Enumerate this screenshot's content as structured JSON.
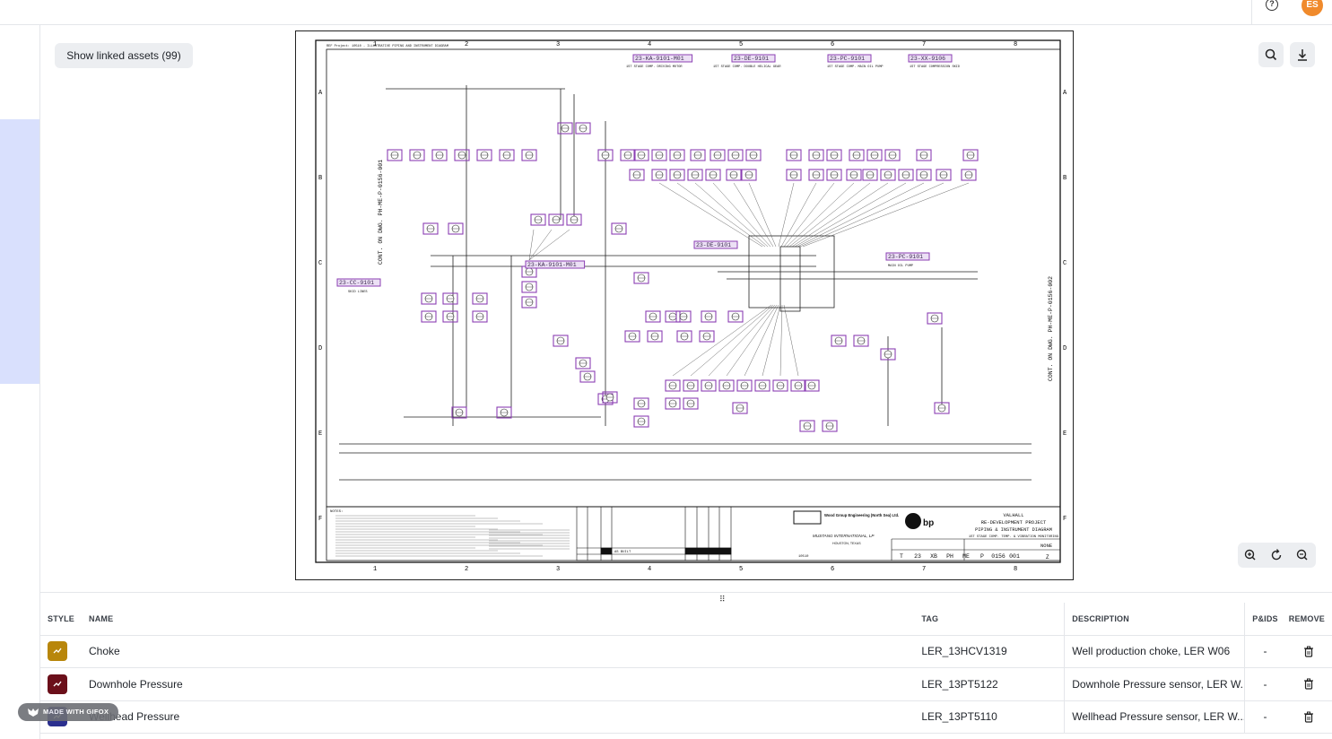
{
  "header": {
    "help_icon": "question-circle-icon",
    "avatar_initials": "ES",
    "avatar_color": "#f08a2c"
  },
  "viewer": {
    "linked_assets_label": "Show linked assets (99)",
    "search_icon": "search-icon",
    "download_icon": "download-icon",
    "zoom_in_icon": "zoom-in-icon",
    "reset_icon": "rotate-reset-icon",
    "zoom_out_icon": "zoom-out-icon"
  },
  "drawing": {
    "top_note": "REF Project: 10510 - ILLUSTRATIVE PIPING AND INSTRUMENT DIAGRAM",
    "col_labels": [
      "1",
      "2",
      "3",
      "4",
      "5",
      "6",
      "7",
      "8"
    ],
    "row_labels": [
      "A",
      "B",
      "C",
      "D",
      "E",
      "F"
    ],
    "equipment_tags": [
      "23-KA-9101-M01",
      "23-DE-9101",
      "23-PC-9101",
      "23-XX-9106",
      "23-DE-9101",
      "23-PC-9101",
      "23-KA-9101-M01",
      "23-CC-9101"
    ],
    "equipment_desc": [
      "1ST STAGE COMP. DRIVING MOTOR",
      "1ST STAGE COMP. DOUBLE HELICAL GEAR",
      "1ST STAGE COMP. MAIN OIL PUMP",
      "1ST STAGE COMPRESSION SKID",
      "MAIN OIL PUMP",
      "SKID LINES"
    ],
    "side_left": "CONT. ON DWG. PH-ME-P-0156-001",
    "side_right": "CONT. ON DWG. PH-ME-P-0156-002",
    "notes_title": "NOTES:",
    "rev_status": "AS BUILT",
    "company1": "Wood Group Engineering (North Sea) Ltd.",
    "company2": "MUSTANG INTERNATIONAL, LP",
    "company2_city": "HOUSTON, TEXAS",
    "client_logo": "bp",
    "title_lines": [
      "VALHALL",
      "RE-DEVELOPMENT PROJECT",
      "PIPING & INSTRUMENT DIAGRAM",
      "1ST STAGE COMP. TEMP. & VIBRATION MONITORING"
    ],
    "project_no": "10510",
    "drawing_no": [
      "T",
      "23",
      "XB",
      "PH",
      "ME",
      "P",
      "0156",
      "001"
    ],
    "scale": "NONE",
    "rev": "Z"
  },
  "table": {
    "headers": {
      "style": "STYLE",
      "name": "NAME",
      "tag": "TAG",
      "description": "DESCRIPTION",
      "pids": "P&IDS",
      "remove": "REMOVE"
    },
    "rows": [
      {
        "color": "#b8860b",
        "name": "Choke",
        "tag": "LER_13HCV1319",
        "description": "Well production choke, LER W06",
        "pids": "-"
      },
      {
        "color": "#6b0f1a",
        "name": "Downhole Pressure",
        "tag": "LER_13PT5122",
        "description": "Downhole Pressure sensor, LER W...",
        "pids": "-"
      },
      {
        "color": "#2b2f8f",
        "name": "Wellhead Pressure",
        "tag": "LER_13PT5110",
        "description": "Wellhead Pressure sensor, LER W...",
        "pids": "-"
      }
    ]
  },
  "watermark": "MADE WITH GIFOX"
}
